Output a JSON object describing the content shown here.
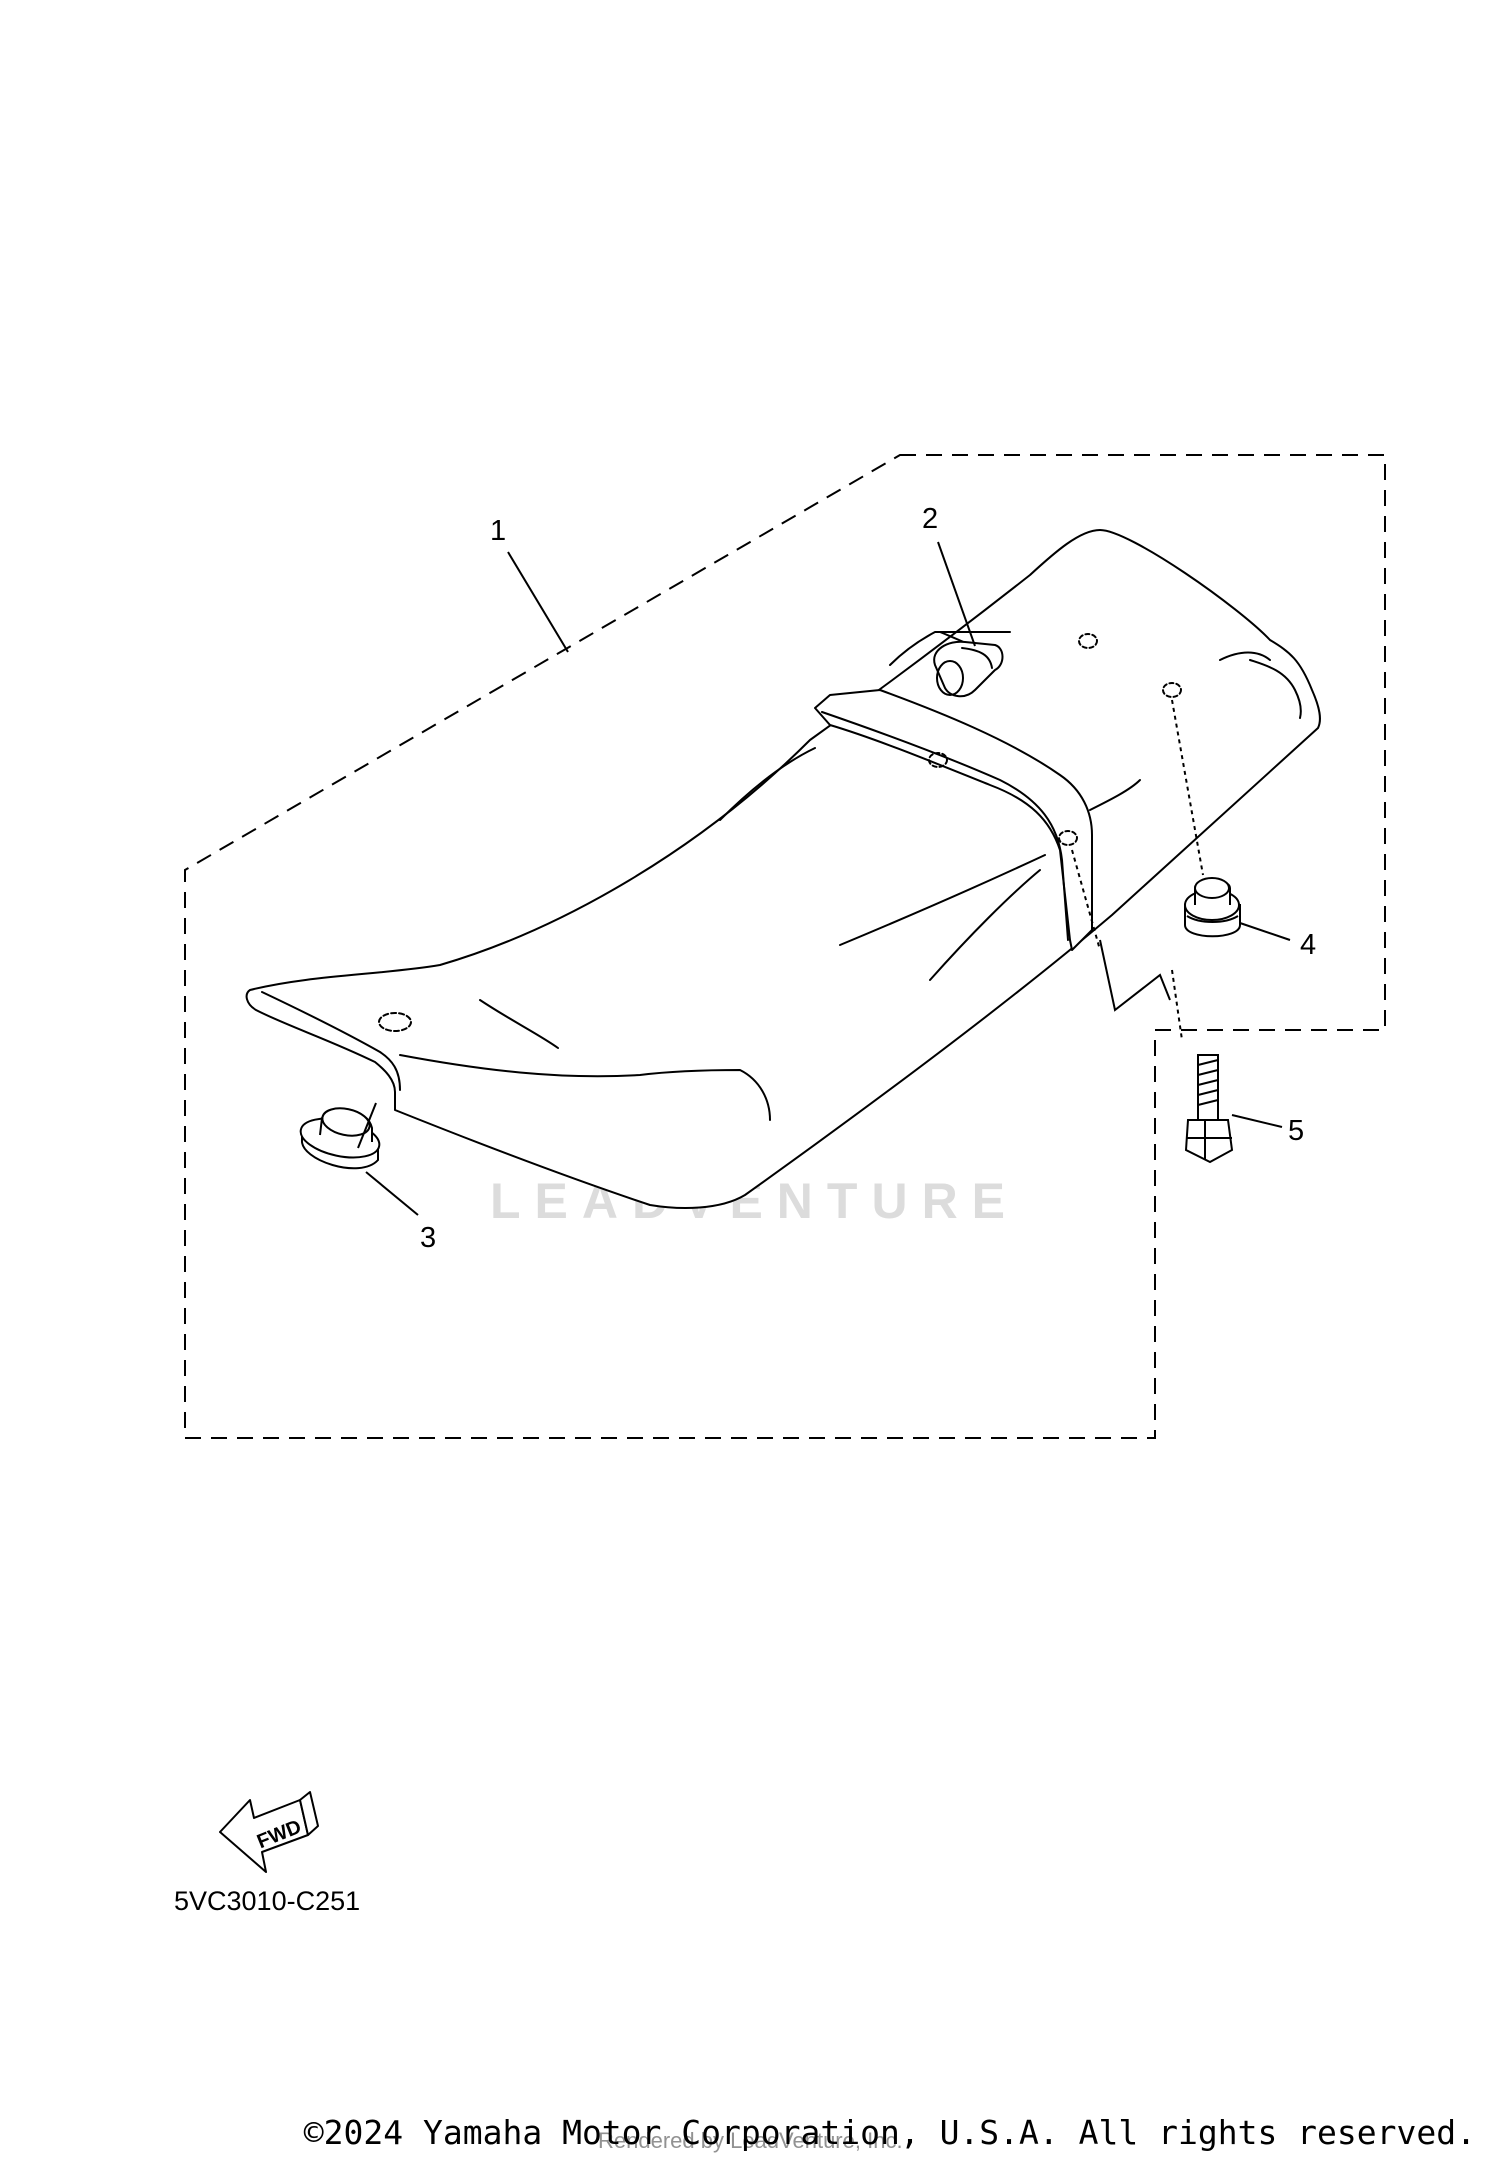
{
  "callouts": [
    {
      "number": "1",
      "part": "seat-assembly"
    },
    {
      "number": "2",
      "part": "seat-hook"
    },
    {
      "number": "3",
      "part": "front-damper"
    },
    {
      "number": "4",
      "part": "rear-damper"
    },
    {
      "number": "5",
      "part": "bolt"
    }
  ],
  "fwd_label": "FWD",
  "reference_code": "5VC3010-C251",
  "watermark": "LEADVENTURE",
  "rendered_by": "Rendered by LeadVenture, Inc.",
  "copyright": "©2024 Yamaha Motor Corporation, U.S.A. All rights reserved."
}
